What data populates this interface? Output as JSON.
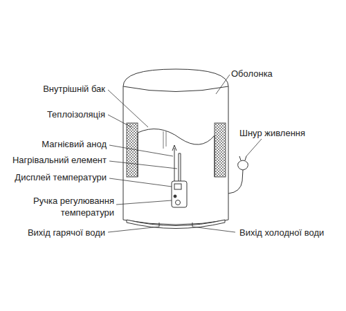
{
  "diagram": {
    "labels": [
      "Оболонка",
      "Внутрішній бак",
      "Теплоізоляція",
      "Шнур живлення",
      "Магнієвий анод",
      "Нагрівальний елемент",
      "Дисплей температури",
      "Ручка регулювання температури",
      "Вихід гарячої води",
      "Вихід холодної води"
    ]
  }
}
